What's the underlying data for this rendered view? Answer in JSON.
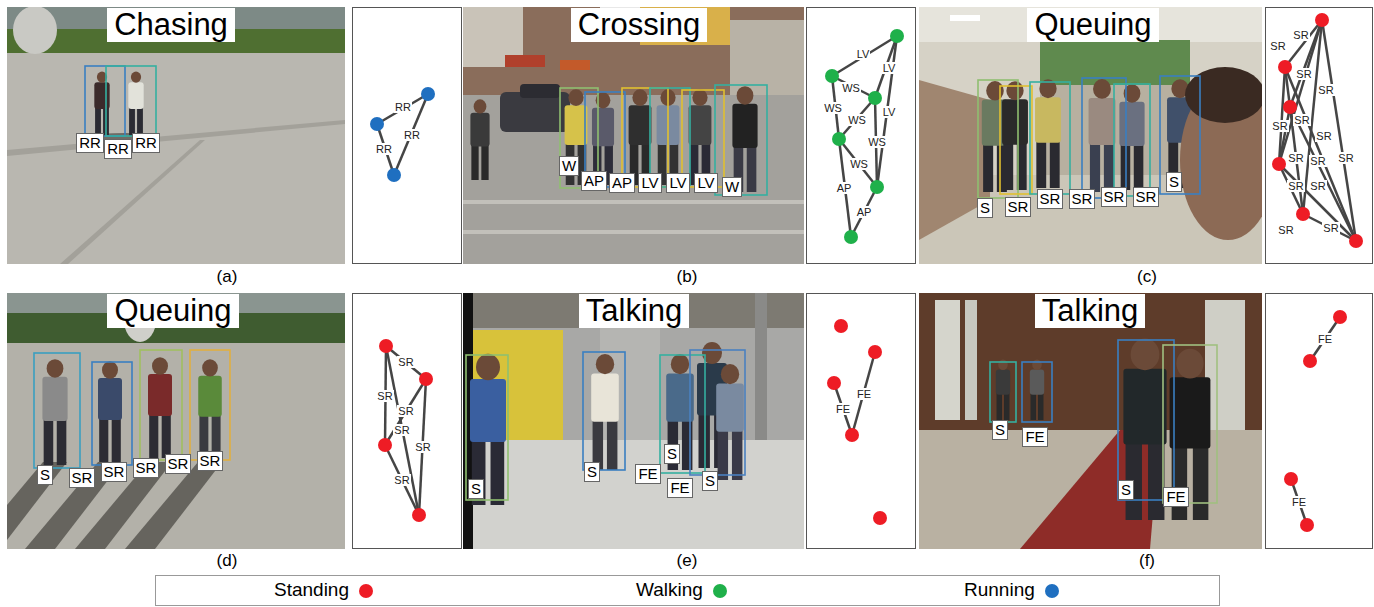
{
  "diagram": {
    "nodes": [
      {
        "text": [
          "Chasing"
        ]
      },
      {
        "text": [
          "RR",
          "RR",
          "RR"
        ]
      },
      {
        "text": [
          "Crossing"
        ]
      },
      {
        "text": [
          "LV",
          "LV",
          "WS",
          "WS",
          "LV",
          "WS",
          "WS",
          "WS",
          "AP",
          "AP"
        ]
      },
      {
        "text": [
          "Queuing"
        ]
      },
      {
        "text": [
          "SR",
          "SR",
          "SR",
          "SR",
          "SR",
          "SR",
          "SR",
          "SR",
          "SR",
          "SR",
          "SR",
          "SR",
          "SR",
          "SR"
        ]
      },
      {
        "text": [
          "Queuing"
        ]
      },
      {
        "text": [
          "SR",
          "SR",
          "SR",
          "SR",
          "SR",
          "SR"
        ]
      },
      {
        "text": [
          "Talking"
        ]
      },
      {
        "text": [
          "FE",
          "FE"
        ]
      },
      {
        "text": [
          "Talking"
        ]
      },
      {
        "text": [
          "FE",
          "FE"
        ]
      }
    ],
    "labels": [
      "RR",
      "RR",
      "RR",
      "(a)",
      "W",
      "AP",
      "AP",
      "LV",
      "LV",
      "LV",
      "W",
      "(b)",
      "S",
      "SR",
      "SR",
      "SR",
      "SR",
      "SR",
      "S",
      "(c)",
      "S",
      "SR",
      "SR",
      "SR",
      "SR",
      "SR",
      "(d)",
      "S",
      "S",
      "FE",
      "S",
      "FE",
      "S",
      "(e)",
      "S",
      "FE",
      "S",
      "FE",
      "(f)"
    ],
    "legend": [
      {
        "text": "Standing",
        "color": "#ee1c25"
      },
      {
        "text": "Walking",
        "color": "#1fb04a"
      },
      {
        "text": "Running",
        "color": "#1f6fc0"
      }
    ]
  }
}
